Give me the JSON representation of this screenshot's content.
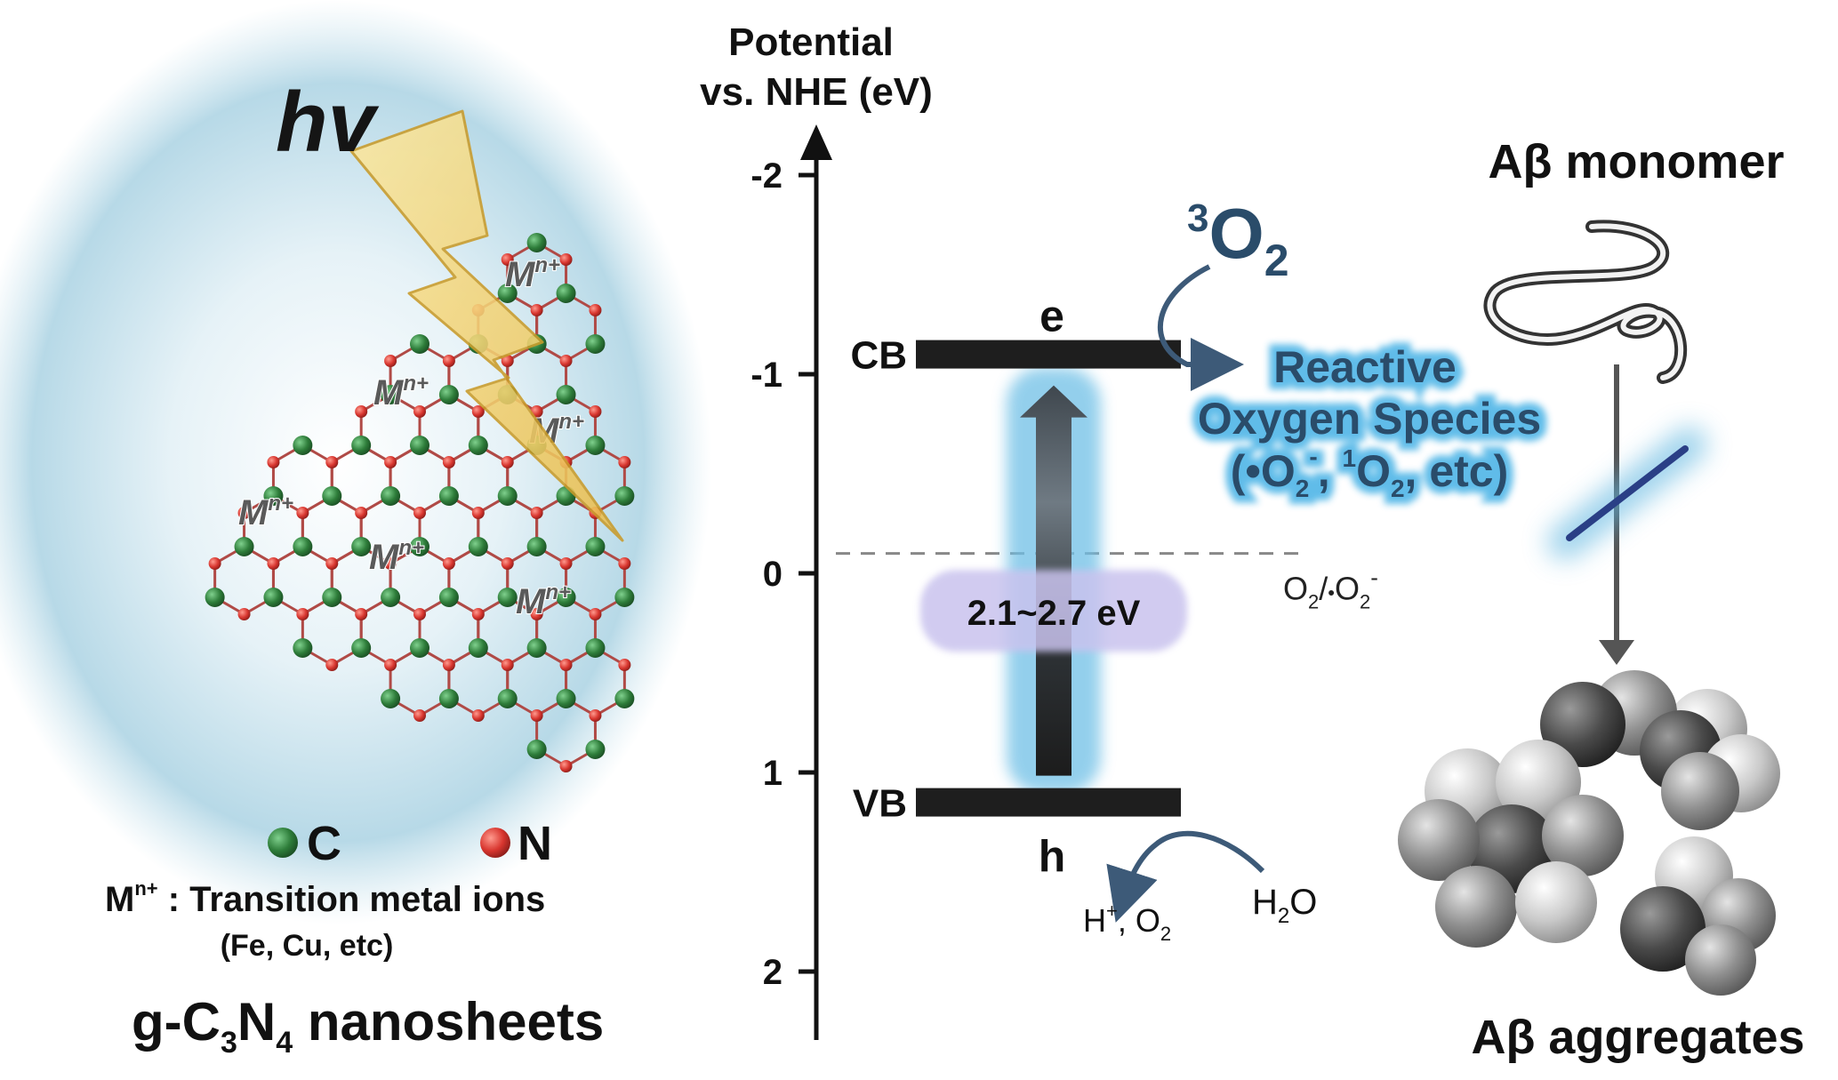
{
  "left_panel": {
    "light_symbol": "hv",
    "metal_label_base": "M",
    "metal_label_sup": "n+",
    "legend": {
      "carbon": {
        "symbol": "C",
        "color": "#2e7d3a"
      },
      "nitrogen": {
        "symbol": "N",
        "color": "#d8362f"
      }
    },
    "metal_definition": {
      "symbol_base": "M",
      "symbol_sup": "n+",
      "text": " : Transition metal ions",
      "examples": "(Fe, Cu, etc)"
    },
    "title": {
      "prefix": "g-C",
      "sub1": "3",
      "mid": "N",
      "sub2": "4",
      "suffix": " nanosheets"
    },
    "colors": {
      "halo": "#bcdce8",
      "bond": "#b04a46",
      "bolt": "#f2cf63"
    }
  },
  "energy_diagram": {
    "axis_title_line1": "Potential",
    "axis_title_line2": "vs. NHE (eV)",
    "ticks": [
      "-2",
      "-1",
      "0",
      "1",
      "2"
    ],
    "tick_values": [
      -2,
      -1,
      0,
      1,
      2
    ],
    "cb_label": "CB",
    "cb_potential": -1.1,
    "vb_label": "VB",
    "vb_potential": 1.15,
    "electron_label": "e",
    "hole_label": "h",
    "bandgap_label": "2.1~2.7 eV",
    "redox_potential": -0.1,
    "redox_label": {
      "p1": "O",
      "s1": "2",
      "p2": "/",
      "p3": "•",
      "p4": "O",
      "s2": "2",
      "p5": "-"
    },
    "oxygen": {
      "sup": "3",
      "base": "O",
      "sub": "2"
    },
    "ros": {
      "line1": "Reactive",
      "line2": "Oxygen Species",
      "line3": {
        "a": "(•O",
        "a_sub": "2",
        "a_sup": "-",
        "b": ", ",
        "c_sup": "1",
        "c": "O",
        "c_sub": "2",
        "d": ", etc)"
      }
    },
    "water": {
      "base": "H",
      "sub": "2",
      "tail": "O"
    },
    "products": {
      "h": "H",
      "h_sup": "+",
      "sep": ", O",
      "o_sub": "2"
    },
    "colors": {
      "glow": "#5fb6e0",
      "bar": "#1e1e1e",
      "text_blue": "#2a4c6a"
    }
  },
  "right_panel": {
    "monomer_label": "Aβ monomer",
    "aggregates_label": "Aβ aggregates"
  }
}
